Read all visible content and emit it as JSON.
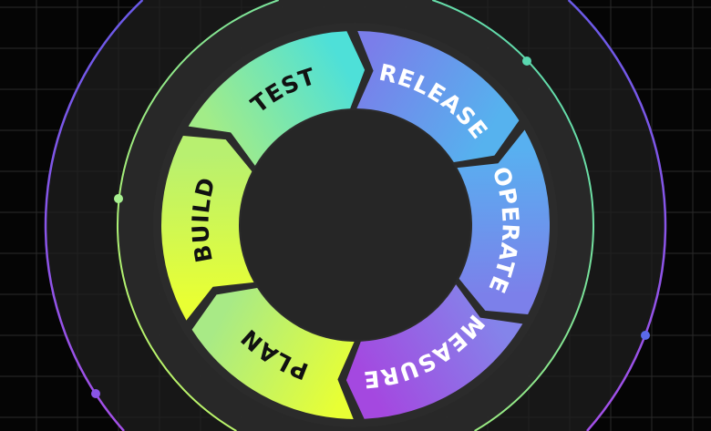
{
  "diagram": {
    "type": "cycle",
    "direction": "clockwise",
    "stages": [
      {
        "label": "RELEASE",
        "text_color": "#ffffff",
        "colors": [
          "#7a7eea",
          "#56b2ee"
        ]
      },
      {
        "label": "OPERATE",
        "text_color": "#ffffff",
        "colors": [
          "#58b0f0",
          "#7c80ea"
        ]
      },
      {
        "label": "MEASURE",
        "text_color": "#ffffff",
        "colors": [
          "#8484ea",
          "#a448e0"
        ]
      },
      {
        "label": "PLAN",
        "text_color": "#111111",
        "colors": [
          "#e8ff34",
          "#a8ea86"
        ]
      },
      {
        "label": "BUILD",
        "text_color": "#111111",
        "colors": [
          "#e8ff34",
          "#b8f070"
        ]
      },
      {
        "label": "TEST",
        "text_color": "#111111",
        "colors": [
          "#a2ec88",
          "#4ee0d8"
        ]
      }
    ]
  },
  "colors": {
    "background": "#050505",
    "grid": "#2a2a2a",
    "outer_ring": "#7a5ff0",
    "inner_ring": "#8ef0a0",
    "ring_body": "#2b2b2b",
    "hole": "#262626"
  }
}
